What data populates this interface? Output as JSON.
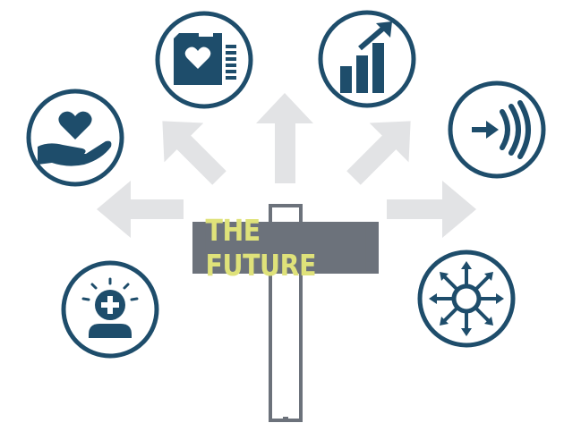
{
  "sign": {
    "label": "THE FUTURE",
    "label_color": "#dfe27a",
    "board_color": "#6c727b"
  },
  "colors": {
    "icon_navy": "#1e4d6b",
    "arrow_gray": "#e2e3e5",
    "post_outline": "#6c727b"
  },
  "icons": [
    {
      "name": "healthcare-card-icon",
      "position": "top-left"
    },
    {
      "name": "growth-chart-icon",
      "position": "top-right"
    },
    {
      "name": "caring-hand-heart-icon",
      "position": "left"
    },
    {
      "name": "forward-signal-icon",
      "position": "right"
    },
    {
      "name": "medical-person-icon",
      "position": "bottom-left"
    },
    {
      "name": "expansion-arrows-icon",
      "position": "bottom-right"
    }
  ]
}
